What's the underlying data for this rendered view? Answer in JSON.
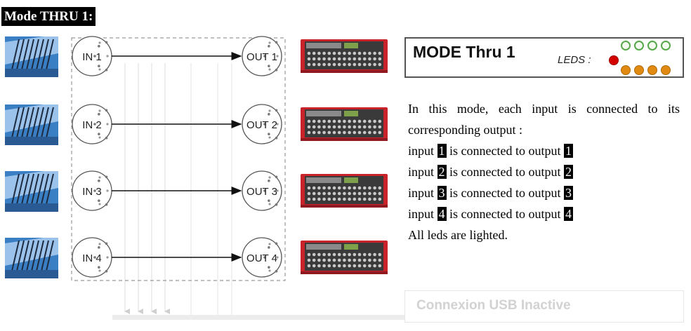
{
  "title": "Mode THRU 1:",
  "colors": {
    "led_red": "#d40000",
    "led_green_outline": "#56a84a",
    "led_orange": "#e08a12",
    "synth_red": "#c8222a",
    "keyboard_blue": "#3a7fc4",
    "usb_text": "#d2d2d2"
  },
  "routing": [
    {
      "input": "IN 1",
      "output": "OUT 1"
    },
    {
      "input": "IN 2",
      "output": "OUT 2"
    },
    {
      "input": "IN 3",
      "output": "OUT 3"
    },
    {
      "input": "IN 4",
      "output": "OUT 4"
    }
  ],
  "mode_box": {
    "title": "MODE Thru 1",
    "leds_label": "LEDS :",
    "leds": {
      "red": 1,
      "green_row": 4,
      "orange_row": 4
    }
  },
  "description": {
    "intro_line1": "In this mode, each input is connected to its",
    "intro_line2": "corresponding output :",
    "word_input": "input",
    "word_connected": "is connected to output",
    "pairs": [
      {
        "input": "1",
        "output": "1"
      },
      {
        "input": "2",
        "output": "2"
      },
      {
        "input": "3",
        "output": "3"
      },
      {
        "input": "4",
        "output": "4"
      }
    ],
    "closing": "All leds are lighted."
  },
  "usb_status": "Connexion USB Inactive"
}
